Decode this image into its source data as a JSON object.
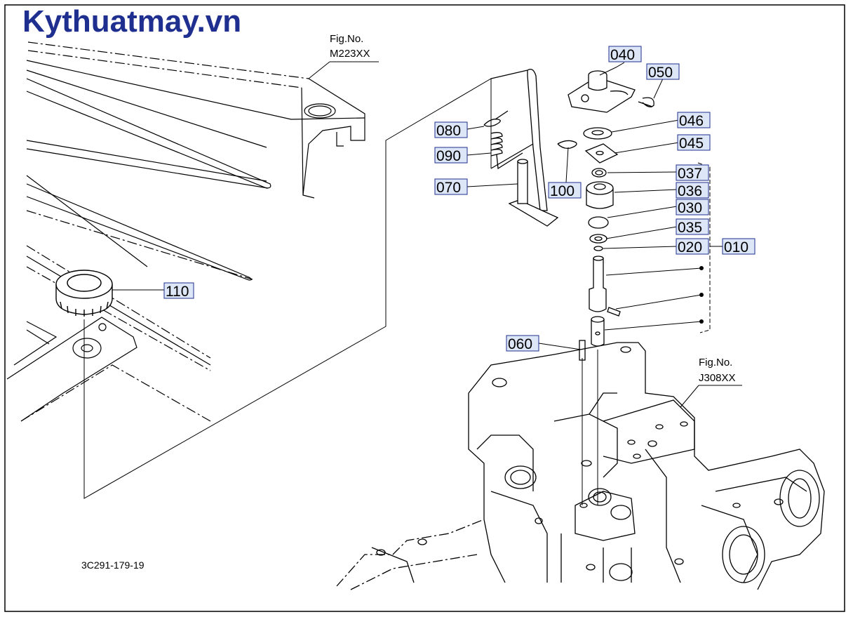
{
  "watermark": "Kythuatmay.vn",
  "fig_refs": [
    {
      "line1": "Fig.No.",
      "line2": "M223XX"
    },
    {
      "line1": "Fig.No.",
      "line2": "J308XX"
    }
  ],
  "parts": {
    "p040": "040",
    "p050": "050",
    "p046": "046",
    "p045": "045",
    "p037": "037",
    "p036": "036",
    "p030": "030",
    "p035": "035",
    "p020": "020",
    "p010": "010",
    "p080": "080",
    "p090": "090",
    "p070": "070",
    "p100": "100",
    "p110": "110",
    "p060": "060"
  },
  "drawing_code": "3C291-179-19",
  "colors": {
    "label_box_fill": "#dde6f6",
    "label_box_stroke": "#1f2f8f",
    "watermark": "#1f2f8f"
  }
}
